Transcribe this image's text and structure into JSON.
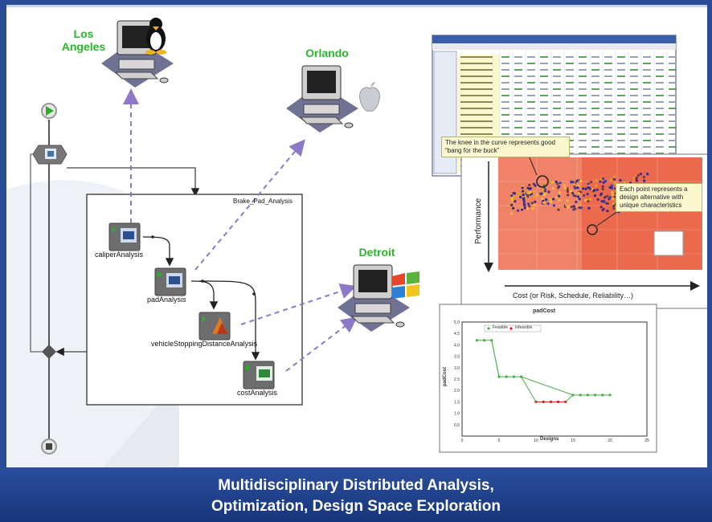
{
  "cities": {
    "los_angeles": "Los\nAngeles",
    "orlando": "Orlando",
    "detroit": "Detroit"
  },
  "workflow": {
    "group_label": "Brake_Pad_Analysis",
    "nodes": [
      "caliperAnalysis",
      "padAnalysis",
      "vehicleStoppingDistanceAnalysis",
      "costAnalysis"
    ]
  },
  "tradeoff_plot": {
    "ylabel": "Performance",
    "xlabel": "Cost (or Risk, Schedule, Reliability…)",
    "callout_knee": "The knee in the curve represents good “bang for the buck”",
    "callout_point": "Each point represents a design alternative with unique characteristics"
  },
  "banner": {
    "line1": "Multidisciplinary Distributed Analysis,",
    "line2": "Optimization, Design Space Exploration"
  },
  "colors": {
    "city_green": "#2db52d",
    "banner_blue": "#1c3f8c",
    "arrow_purple": "#8e78c8",
    "plot_salmon": "#f08268"
  },
  "chart_data": {
    "type": "line",
    "title": "padCost",
    "xlabel": "Designs",
    "ylabel": "padCost",
    "xlim": [
      0,
      25
    ],
    "ylim": [
      0,
      5
    ],
    "x_ticks": [
      "0",
      "5",
      "10",
      "15",
      "20",
      "25"
    ],
    "y_ticks": [
      "0.5",
      "1.0",
      "1.5",
      "2.0",
      "2.5",
      "3.0",
      "3.5",
      "4.0",
      "4.5",
      "5.0"
    ],
    "series": [
      {
        "name": "Feasible",
        "color": "#46b046",
        "points": [
          [
            2,
            4.2
          ],
          [
            3,
            4.2
          ],
          [
            4,
            4.2
          ],
          [
            5,
            2.6
          ],
          [
            6,
            2.6
          ],
          [
            7,
            2.6
          ],
          [
            8,
            2.6
          ],
          [
            15,
            1.8
          ],
          [
            16,
            1.8
          ],
          [
            17,
            1.8
          ],
          [
            18,
            1.8
          ],
          [
            19,
            1.8
          ],
          [
            20,
            1.8
          ]
        ]
      },
      {
        "name": "Infeasible",
        "color": "#d41f1f",
        "points": [
          [
            10,
            1.5
          ],
          [
            11,
            1.5
          ],
          [
            12,
            1.5
          ],
          [
            13,
            1.5
          ],
          [
            14,
            1.5
          ]
        ]
      }
    ]
  }
}
